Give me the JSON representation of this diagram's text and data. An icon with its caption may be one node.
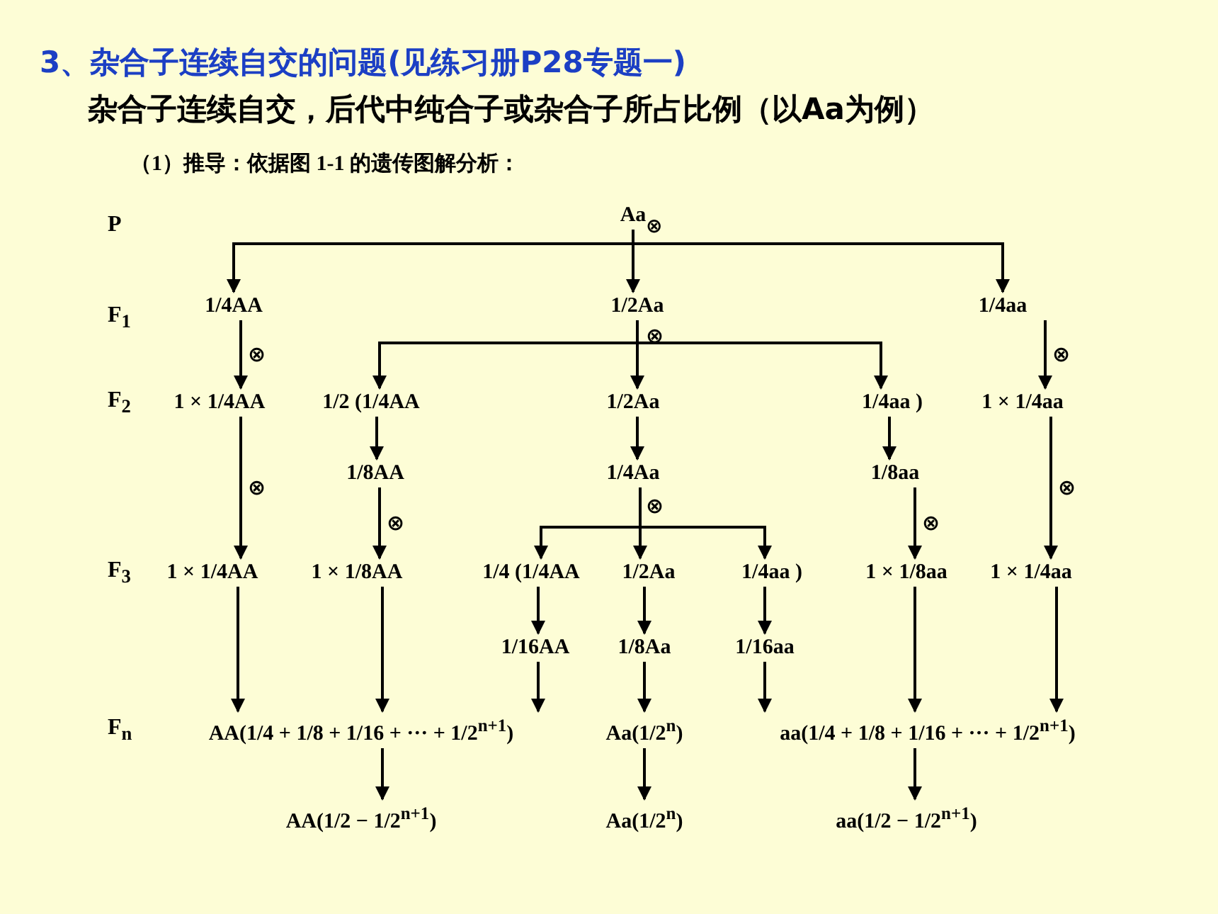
{
  "diagram": {
    "title": "3、杂合子连续自交的问题(见练习册P28专题一)",
    "nodes": [
      {
        "text": [
          "Aa"
        ]
      },
      {
        "text": [
          "1/4AA"
        ]
      },
      {
        "text": [
          "1/2Aa"
        ]
      },
      {
        "text": [
          "1/4aa"
        ]
      },
      {
        "text": [
          "1 × 1/4AA"
        ]
      },
      {
        "text": [
          "1/2 (1/4AA"
        ]
      },
      {
        "text": [
          "1/2Aa"
        ]
      },
      {
        "text": [
          "1/4aa )"
        ]
      },
      {
        "text": [
          "1 × 1/4aa"
        ]
      },
      {
        "text": [
          "1/8AA"
        ]
      },
      {
        "text": [
          "1/4Aa"
        ]
      },
      {
        "text": [
          "1/8aa"
        ]
      },
      {
        "text": [
          "1 × 1/4AA"
        ]
      },
      {
        "text": [
          "1 × 1/8AA"
        ]
      },
      {
        "text": [
          "1/4 (1/4AA"
        ]
      },
      {
        "text": [
          "1/2Aa"
        ]
      },
      {
        "text": [
          "1/4aa )"
        ]
      },
      {
        "text": [
          "1 × 1/8aa"
        ]
      },
      {
        "text": [
          "1 × 1/4aa"
        ]
      },
      {
        "text": [
          "1/16AA"
        ]
      },
      {
        "text": [
          "1/8Aa"
        ]
      },
      {
        "text": [
          "1/16aa"
        ]
      },
      {
        "text": [
          "AA(1/4 + 1/8 + 1/16 + ··· + 1/2$^{n+1}$)"
        ]
      },
      {
        "text": [
          "Aa(1/2$^{n}$)"
        ]
      },
      {
        "text": [
          "aa(1/4 + 1/8 + 1/16 + ··· + 1/2$^{n+1}$)"
        ]
      },
      {
        "text": [
          "AA(1/2 − 1/2$^{n+1}$)"
        ]
      },
      {
        "text": [
          "Aa(1/2$^{n}$)"
        ]
      },
      {
        "text": [
          "aa(1/2 − 1/2$^{n+1}$)"
        ]
      }
    ],
    "edges": [
      {
        "from": 0,
        "to": 1,
        "arrow": "to"
      },
      {
        "from": 0,
        "to": 2,
        "arrow": "to"
      },
      {
        "from": 0,
        "to": 3,
        "arrow": "to"
      },
      {
        "from": 1,
        "to": 4,
        "arrow": "to",
        "label": "⊗"
      },
      {
        "from": 2,
        "to": 5,
        "arrow": "to"
      },
      {
        "from": 2,
        "to": 6,
        "arrow": "to"
      },
      {
        "from": 2,
        "to": 7,
        "arrow": "to"
      },
      {
        "from": 3,
        "to": 8,
        "arrow": "to",
        "label": "⊗"
      },
      {
        "from": 4,
        "to": 12,
        "arrow": "to",
        "label": "⊗"
      },
      {
        "from": 5,
        "to": 9,
        "arrow": "to"
      },
      {
        "from": 6,
        "to": 10,
        "arrow": "to"
      },
      {
        "from": 7,
        "to": 11,
        "arrow": "to"
      },
      {
        "from": 8,
        "to": 18,
        "arrow": "to",
        "label": "⊗"
      },
      {
        "from": 9,
        "to": 13,
        "arrow": "to",
        "label": "⊗"
      },
      {
        "from": 10,
        "to": 14,
        "arrow": "to"
      },
      {
        "from": 10,
        "to": 15,
        "arrow": "to"
      },
      {
        "from": 10,
        "to": 16,
        "arrow": "to"
      },
      {
        "from": 11,
        "to": 17,
        "arrow": "to",
        "label": "⊗"
      },
      {
        "from": 12,
        "to": 22,
        "arrow": "to"
      },
      {
        "from": 13,
        "to": 22,
        "arrow": "to"
      },
      {
        "from": 14,
        "to": 19,
        "arrow": "to"
      },
      {
        "from": 15,
        "to": 20,
        "arrow": "to"
      },
      {
        "from": 16,
        "to": 21,
        "arrow": "to"
      },
      {
        "from": 17,
        "to": 24,
        "arrow": "to"
      },
      {
        "from": 18,
        "to": 24,
        "arrow": "to"
      },
      {
        "from": 19,
        "to": 22,
        "arrow": "to"
      },
      {
        "from": 20,
        "to": 23,
        "arrow": "to"
      },
      {
        "from": 21,
        "to": 24,
        "arrow": "to"
      },
      {
        "from": 22,
        "to": 25,
        "arrow": "to"
      },
      {
        "from": 23,
        "to": 26,
        "arrow": "to"
      },
      {
        "from": 24,
        "to": 27,
        "arrow": "to"
      }
    ],
    "labels": [
      "杂合子连续自交，后代中纯合子或杂合子所占比例（以Aa为例）",
      "（1）推导：依据图 1-1 的遗传图解分析：",
      "P",
      "F$_{1}$",
      "F$_{2}$",
      "F$_{3}$",
      "F$_{n}$",
      "⊗",
      "⊗",
      "⊗"
    ]
  }
}
